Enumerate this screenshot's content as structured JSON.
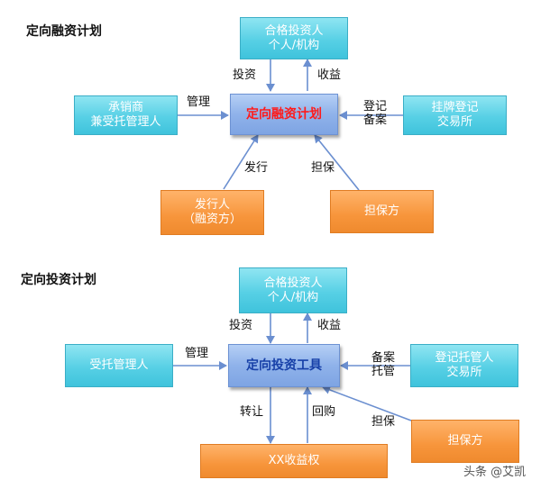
{
  "diagram1": {
    "title": "定向融资计划",
    "investor": "合格投资人\n个人/机构",
    "center": "定向融资计划",
    "underwriter": "承销商\n兼受托管理人",
    "registry": "挂牌登记\n交易所",
    "issuer": "发行人\n（融资方）",
    "guarantor": "担保方",
    "labels": {
      "invest": "投资",
      "income": "收益",
      "manage": "管理",
      "register": "登记\n备案",
      "issue": "发行",
      "guarantee": "担保"
    }
  },
  "diagram2": {
    "title": "定向投资计划",
    "investor": "合格投资人\n个人/机构",
    "center": "定向投资工具",
    "trustee": "受托管理人",
    "custodian": "登记托管人\n交易所",
    "rights": "XX收益权",
    "guarantor": "担保方",
    "labels": {
      "invest": "投资",
      "income": "收益",
      "manage": "管理",
      "record": "备案\n托管",
      "transfer": "转让",
      "buyback": "回购",
      "guarantee": "担保"
    }
  },
  "watermark": "头条 @艾凯",
  "colors": {
    "teal": "#57d0e5",
    "orange": "#f7953b",
    "center_box": "#8fb2ea",
    "center_text_1": "#ff1a1a",
    "center_text_2": "#1740a8",
    "arrow": "#6b8fd0"
  }
}
